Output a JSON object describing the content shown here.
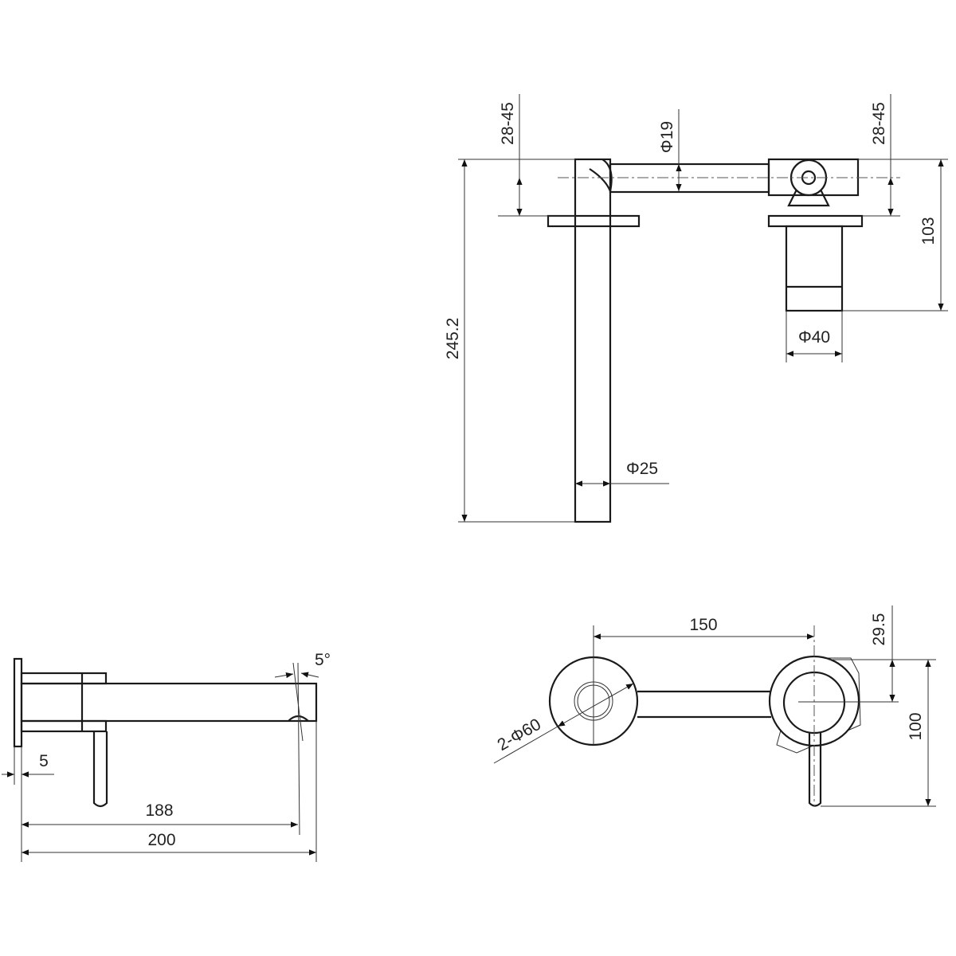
{
  "drawing": {
    "top_view": {
      "dims": {
        "overall_height": "245.2",
        "wall_depth_left": "28-45",
        "pipe_diameter": "Φ19",
        "wall_depth_right": "28-45",
        "valve_height": "103",
        "valve_diameter": "Φ40",
        "spout_diameter": "Φ25"
      }
    },
    "side_view": {
      "dims": {
        "plate_thickness": "5",
        "spout_angle": "5°",
        "spout_reach": "188",
        "overall_length": "200"
      }
    },
    "front_view": {
      "dims": {
        "center_distance": "150",
        "plate_diameters": "2-Φ60",
        "handle_offset": "29.5",
        "plate_height": "100"
      }
    }
  },
  "colors": {
    "line": "#1a1a1a",
    "background": "#ffffff"
  }
}
